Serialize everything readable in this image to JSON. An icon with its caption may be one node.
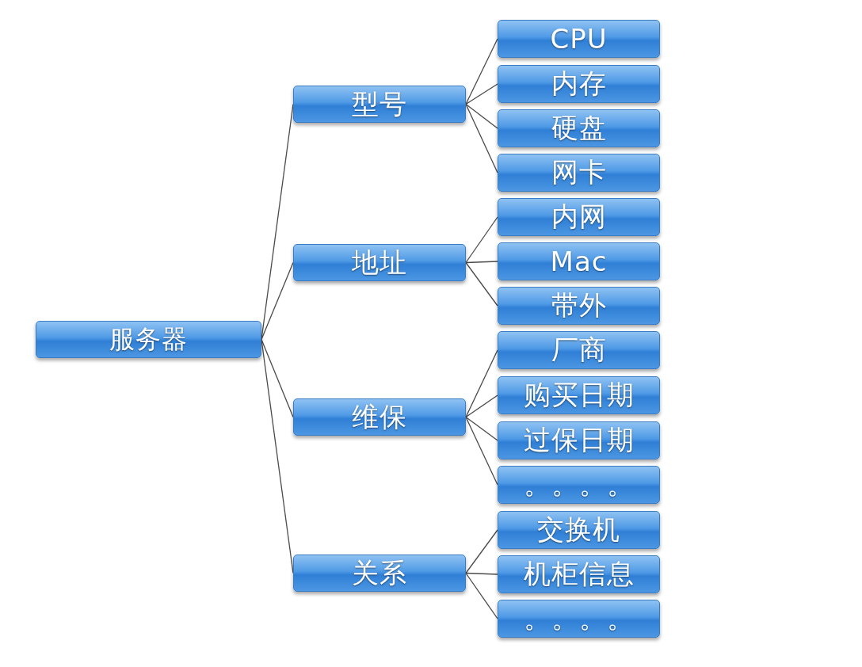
{
  "diagram": {
    "nodes": [
      {
        "text": [
          "服务器"
        ]
      },
      {
        "text": [
          "型号"
        ]
      },
      {
        "text": [
          "地址"
        ]
      },
      {
        "text": [
          "维保"
        ]
      },
      {
        "text": [
          "关系"
        ]
      },
      {
        "text": [
          "CPU"
        ]
      },
      {
        "text": [
          "内存"
        ]
      },
      {
        "text": [
          "硬盘"
        ]
      },
      {
        "text": [
          "网卡"
        ]
      },
      {
        "text": [
          "内网"
        ]
      },
      {
        "text": [
          "Mac"
        ]
      },
      {
        "text": [
          "带外"
        ]
      },
      {
        "text": [
          "厂商"
        ]
      },
      {
        "text": [
          "购买日期"
        ]
      },
      {
        "text": [
          "过保日期"
        ]
      },
      {
        "text": [
          "。。。。"
        ]
      },
      {
        "text": [
          "交换机"
        ]
      },
      {
        "text": [
          "机柜信息"
        ]
      },
      {
        "text": [
          "。。。。"
        ]
      }
    ],
    "edges": [
      {
        "from": 0,
        "to": 1,
        "arrow": "none"
      },
      {
        "from": 0,
        "to": 2,
        "arrow": "none"
      },
      {
        "from": 0,
        "to": 3,
        "arrow": "none"
      },
      {
        "from": 0,
        "to": 4,
        "arrow": "none"
      },
      {
        "from": 1,
        "to": 5,
        "arrow": "none"
      },
      {
        "from": 1,
        "to": 6,
        "arrow": "none"
      },
      {
        "from": 1,
        "to": 7,
        "arrow": "none"
      },
      {
        "from": 1,
        "to": 8,
        "arrow": "none"
      },
      {
        "from": 2,
        "to": 9,
        "arrow": "none"
      },
      {
        "from": 2,
        "to": 10,
        "arrow": "none"
      },
      {
        "from": 2,
        "to": 11,
        "arrow": "none"
      },
      {
        "from": 3,
        "to": 12,
        "arrow": "none"
      },
      {
        "from": 3,
        "to": 13,
        "arrow": "none"
      },
      {
        "from": 3,
        "to": 14,
        "arrow": "none"
      },
      {
        "from": 3,
        "to": 15,
        "arrow": "none"
      },
      {
        "from": 4,
        "to": 16,
        "arrow": "none"
      },
      {
        "from": 4,
        "to": 17,
        "arrow": "none"
      },
      {
        "from": 4,
        "to": 18,
        "arrow": "none"
      }
    ]
  }
}
